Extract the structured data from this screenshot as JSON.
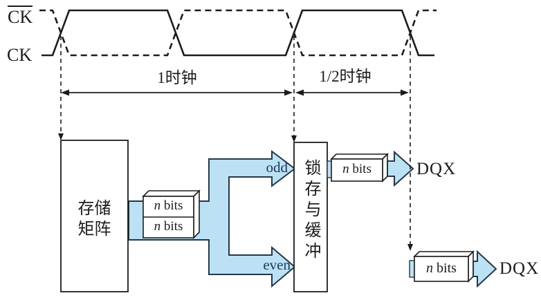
{
  "signals": {
    "ck_bar": "CK",
    "ck": "CK"
  },
  "timing": {
    "one_clock": "1时钟",
    "half_clock": "1/2时钟"
  },
  "memory": {
    "line1": "存储",
    "line2": "矩阵"
  },
  "latch": {
    "label": "锁存与缓冲"
  },
  "bus": {
    "n": "n",
    "bits": "bits"
  },
  "paths": {
    "odd": "odd",
    "even": "even"
  },
  "outputs": {
    "dqx_top": "DQX",
    "dqx_bottom": "DQX"
  },
  "colors": {
    "bus_fill": "#bce1f5",
    "bus_stroke": "#243746",
    "ink": "#1c1c1c",
    "box_fill": "#ffffff"
  }
}
